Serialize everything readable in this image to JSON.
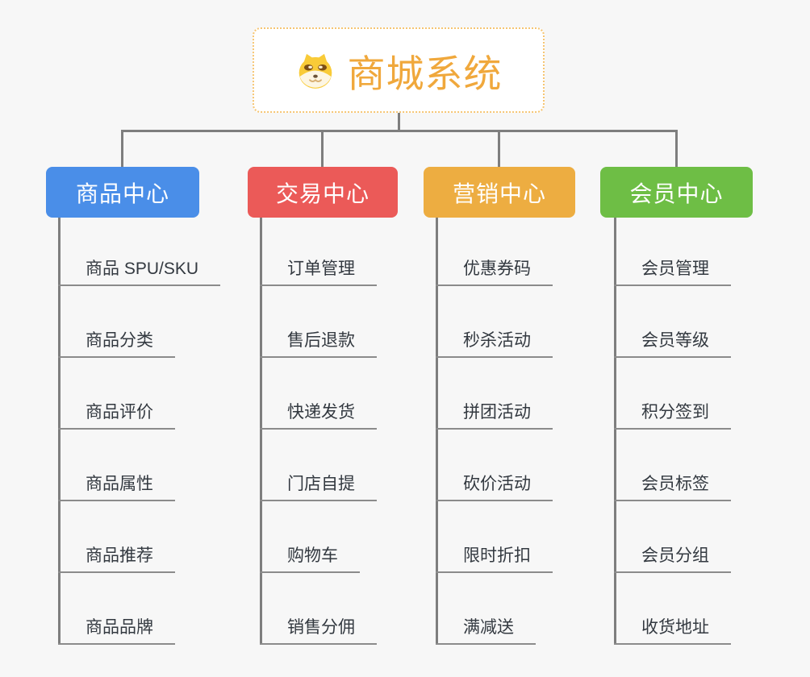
{
  "app": {
    "background": "#F7F7F7",
    "connector_color": "#7E7E7E",
    "leaf_line_color": "#8B8B8B",
    "leaf_text_color": "#333940"
  },
  "root": {
    "title": "商城系统",
    "icon": "shiba-dog-icon",
    "title_color": "#F0A83C",
    "border_color": "#F6C572",
    "background": "#FFFFFF"
  },
  "branches": [
    {
      "label": "商品中心",
      "color": "#4A8EE8",
      "items": [
        "商品 SPU/SKU",
        "商品分类",
        "商品评价",
        "商品属性",
        "商品推荐",
        "商品品牌"
      ]
    },
    {
      "label": "交易中心",
      "color": "#EB5A58",
      "items": [
        "订单管理",
        "售后退款",
        "快递发货",
        "门店自提",
        "购物车",
        "销售分佣"
      ]
    },
    {
      "label": "营销中心",
      "color": "#EDAD41",
      "items": [
        "优惠券码",
        "秒杀活动",
        "拼团活动",
        "砍价活动",
        "限时折扣",
        "满减送"
      ]
    },
    {
      "label": "会员中心",
      "color": "#6EBE45",
      "items": [
        "会员管理",
        "会员等级",
        "积分签到",
        "会员标签",
        "会员分组",
        "收货地址"
      ]
    }
  ]
}
